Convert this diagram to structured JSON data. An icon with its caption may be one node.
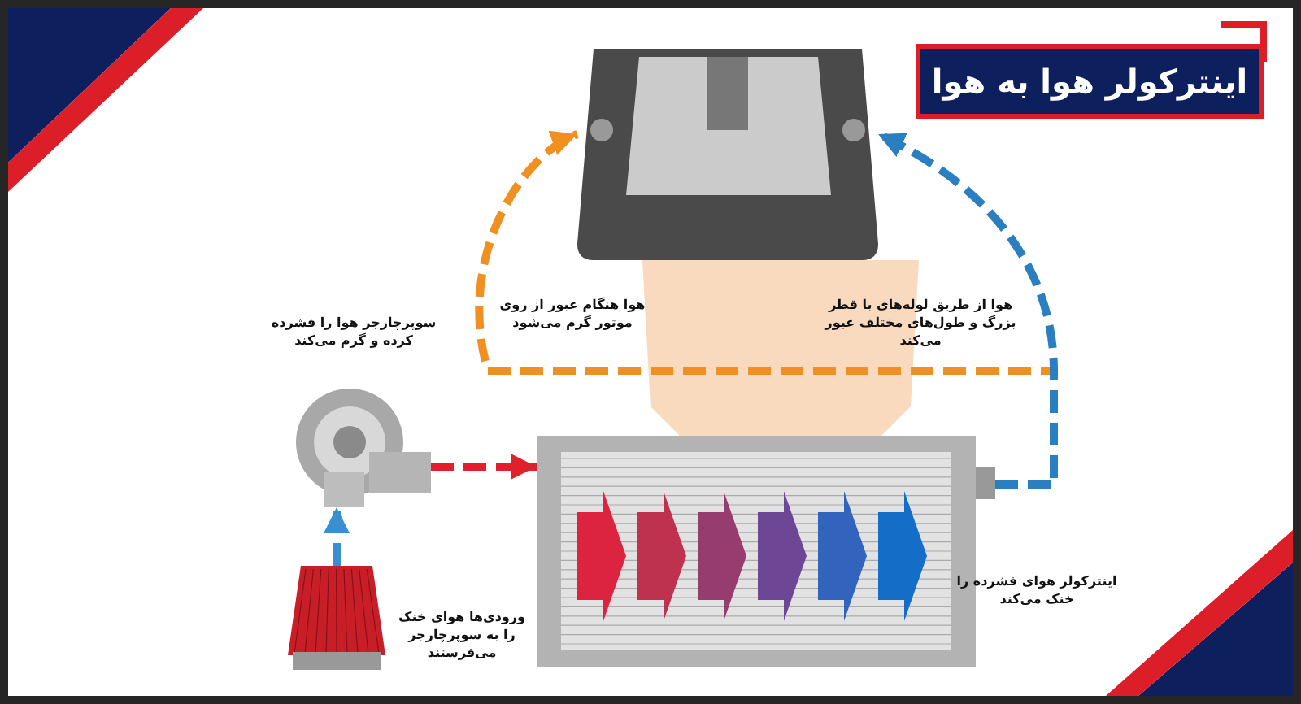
{
  "diagram": {
    "title": "اینترکولر هوا به هوا",
    "nodes": [
      {
        "text": [],
        "shape": "picture"
      },
      {
        "text": [],
        "shape": "picture"
      },
      {
        "text": [],
        "shape": "picture"
      },
      {
        "text": [],
        "shape": "picture"
      }
    ],
    "edges": [
      {
        "from": 2,
        "to": 1,
        "arrow": "to",
        "color": "#3a8fd0"
      },
      {
        "from": 1,
        "to": 3,
        "arrow": "to",
        "color": "#e0202a"
      },
      {
        "from": 3,
        "to": 0,
        "arrow": "to",
        "color": "#f09020"
      },
      {
        "from": 3,
        "to": 0,
        "arrow": "to",
        "color": "#2a7fc0"
      }
    ],
    "labels": [
      "سوپرچارجر هوا را فشرده کرده و گرم می‌کند",
      "هوا هنگام عبور از روی موتور گرم می‌شود",
      "هوا از طریق لوله‌های با قطر بزرگ و طول‌های مختلف عبور می‌کند",
      "ورودی‌ها هوای خنک را به سوپرچارجر می‌فرستند",
      "اینترکولر هوای فشرده را خنک می‌کند"
    ]
  }
}
